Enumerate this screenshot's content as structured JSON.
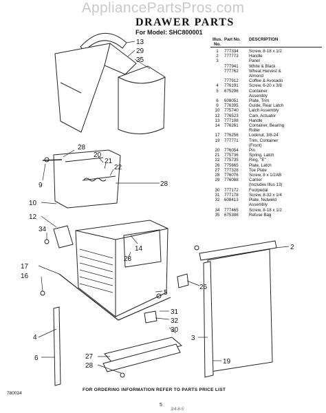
{
  "watermark": "AppliancePartsPros.com",
  "title": "DRAWER PARTS",
  "model": "For Model: SHC800001",
  "table": {
    "headers": [
      "Illus. No.",
      "Part No.",
      "DESCRIPTION"
    ],
    "rows": [
      [
        "1",
        "777334",
        "Screw, 8-18 x 1/2"
      ],
      [
        "2",
        "777773",
        "Handle"
      ],
      [
        "3",
        "",
        "Panel"
      ],
      [
        "",
        "777941",
        "White & Black"
      ],
      [
        "",
        "777762",
        "Wheat Harvest &"
      ],
      [
        "",
        "",
        "Almond"
      ],
      [
        "",
        "777912",
        "Coffee & Avocado"
      ],
      [
        "4",
        "776191",
        "Screw, 6-20 x 3/8"
      ],
      [
        "5",
        "675296",
        "Container"
      ],
      [
        "",
        "",
        "Assembly"
      ],
      [
        "6",
        "608051",
        "Plate, Trim"
      ],
      [
        "9",
        "776395",
        "Guide, Rear Latch"
      ],
      [
        "10",
        "775740",
        "Latch Assembly"
      ],
      [
        "12",
        "776523",
        "Cam, Actuator"
      ],
      [
        "13",
        "777108",
        "Handle"
      ],
      [
        "14",
        "776261",
        "Container, Bearing"
      ],
      [
        "",
        "",
        "Roller"
      ],
      [
        "17",
        "776256",
        "Locknut, 3/8-24"
      ],
      [
        "19",
        "777771",
        "Trim, Container"
      ],
      [
        "",
        "",
        "(Front)"
      ],
      [
        "20",
        "776054",
        "Pin"
      ],
      [
        "21",
        "775736",
        "Spring, Latch"
      ],
      [
        "22",
        "775735",
        "Ring, \"E\""
      ],
      [
        "26",
        "775665",
        "Plate, Latch"
      ],
      [
        "27",
        "777328",
        "Toe Plate"
      ],
      [
        "28",
        "776076",
        "Screw, 8 x 1/2AB"
      ],
      [
        "29",
        "776088",
        "Carrier"
      ],
      [
        "",
        "",
        "(Includes Illus 13)"
      ],
      [
        "30",
        "777172",
        "Footpedal"
      ],
      [
        "31",
        "777178",
        "Screw, 8-32 x 1/4"
      ],
      [
        "32",
        "608413",
        "Plate, Nutweld"
      ],
      [
        "",
        "",
        "Assembly"
      ],
      [
        "34",
        "777465",
        "Screw, 8-18 x 1/2"
      ],
      [
        "35",
        "675386",
        "Refuse Bag"
      ]
    ]
  },
  "callouts": {
    "c13": "13",
    "c29": "29",
    "c35": "35",
    "c28a": "28",
    "c20": "20",
    "c21": "21",
    "c22": "22",
    "c9": "9",
    "c28b": "28",
    "c10": "10",
    "c12": "12",
    "c34": "34",
    "c14": "14",
    "c28c": "28",
    "c17": "17",
    "c16": "16",
    "c5": "5",
    "c2": "2",
    "c26": "26",
    "c4": "4",
    "c31": "31",
    "c32": "32",
    "c30": "30",
    "c3": "3",
    "c27": "27",
    "c28d": "28",
    "c6": "6",
    "c19": "19"
  },
  "footer": "FOR ORDERING INFORMATION REFER TO PARTS PRICE LIST",
  "doc_code": "780024",
  "page_number": "5",
  "signature": "3/4-8-5"
}
